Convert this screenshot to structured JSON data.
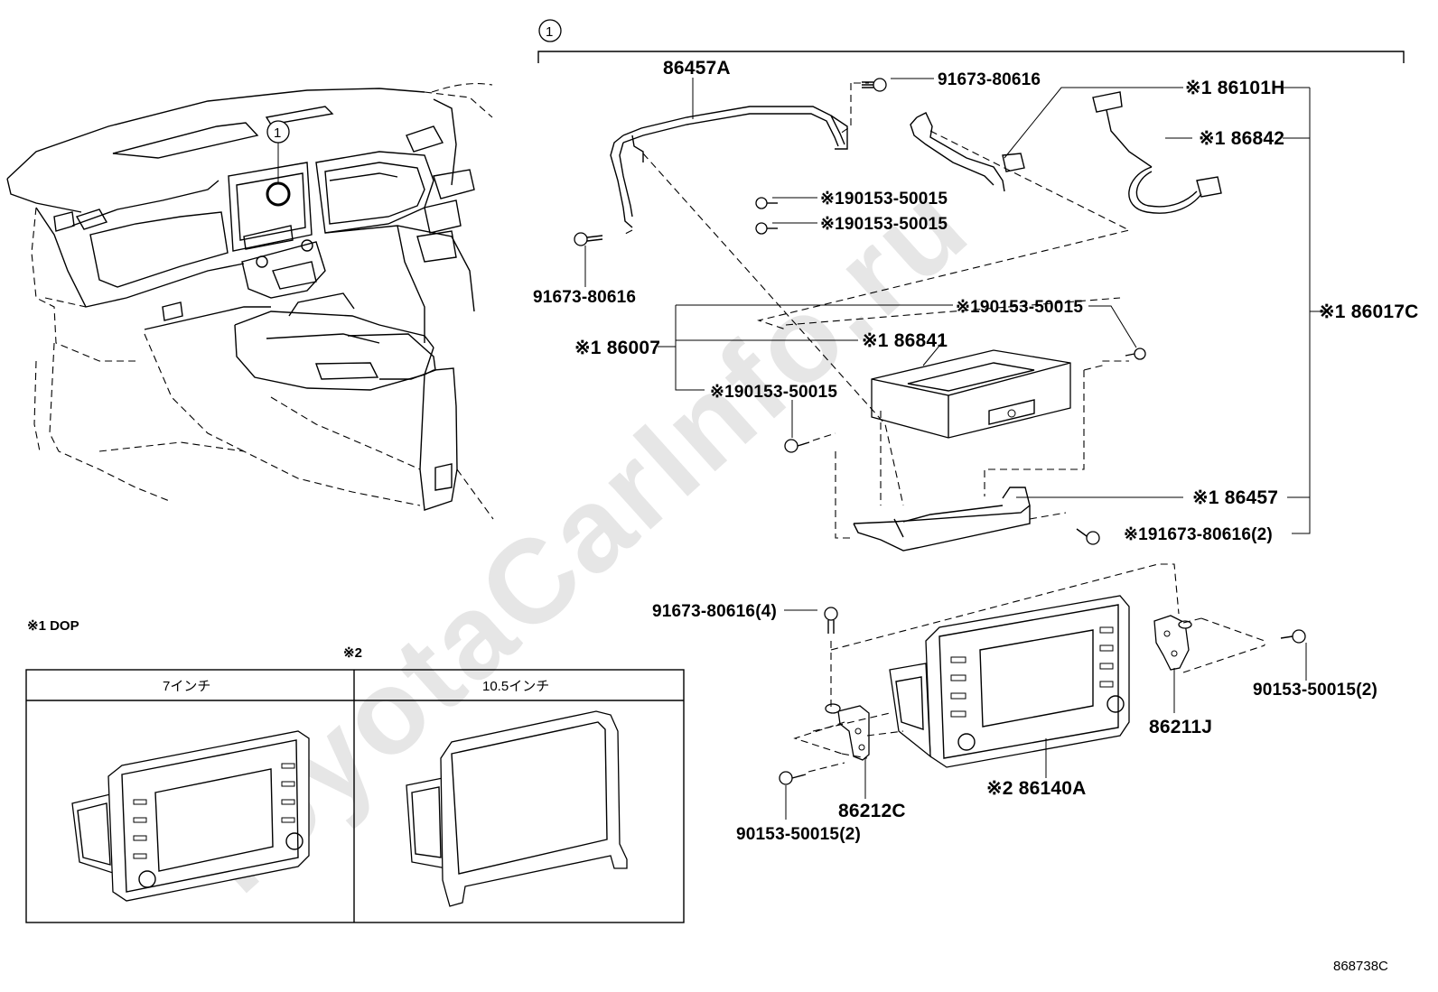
{
  "watermark": "ToyotaCarInfo.ru",
  "diagram_code": "868738C",
  "callout_number": "1",
  "notes": {
    "note1": "※1 DOP",
    "note2": "※2"
  },
  "variant_table": {
    "col1_header": "7インチ",
    "col2_header": "10.5インチ"
  },
  "parts": {
    "p86457A": "86457A",
    "p91673_top": "91673-80616",
    "p86101H": "※1 86101H",
    "p86842": "※1 86842",
    "p190153_a": "※190153-50015",
    "p190153_b": "※190153-50015",
    "p91673_left": "91673-80616",
    "p190153_c": "※190153-50015",
    "p86007": "※1 86007",
    "p86841": "※1 86841",
    "p190153_d": "※190153-50015",
    "p86017C": "※1 86017C",
    "p86457": "※1 86457",
    "p191673": "※191673-80616(2)",
    "p91673_4": "91673-80616(4)",
    "p90153_right": "90153-50015(2)",
    "p86211J": "86211J",
    "p86140A": "※2 86140A",
    "p86212C": "86212C",
    "p90153_bottom": "90153-50015(2)"
  }
}
